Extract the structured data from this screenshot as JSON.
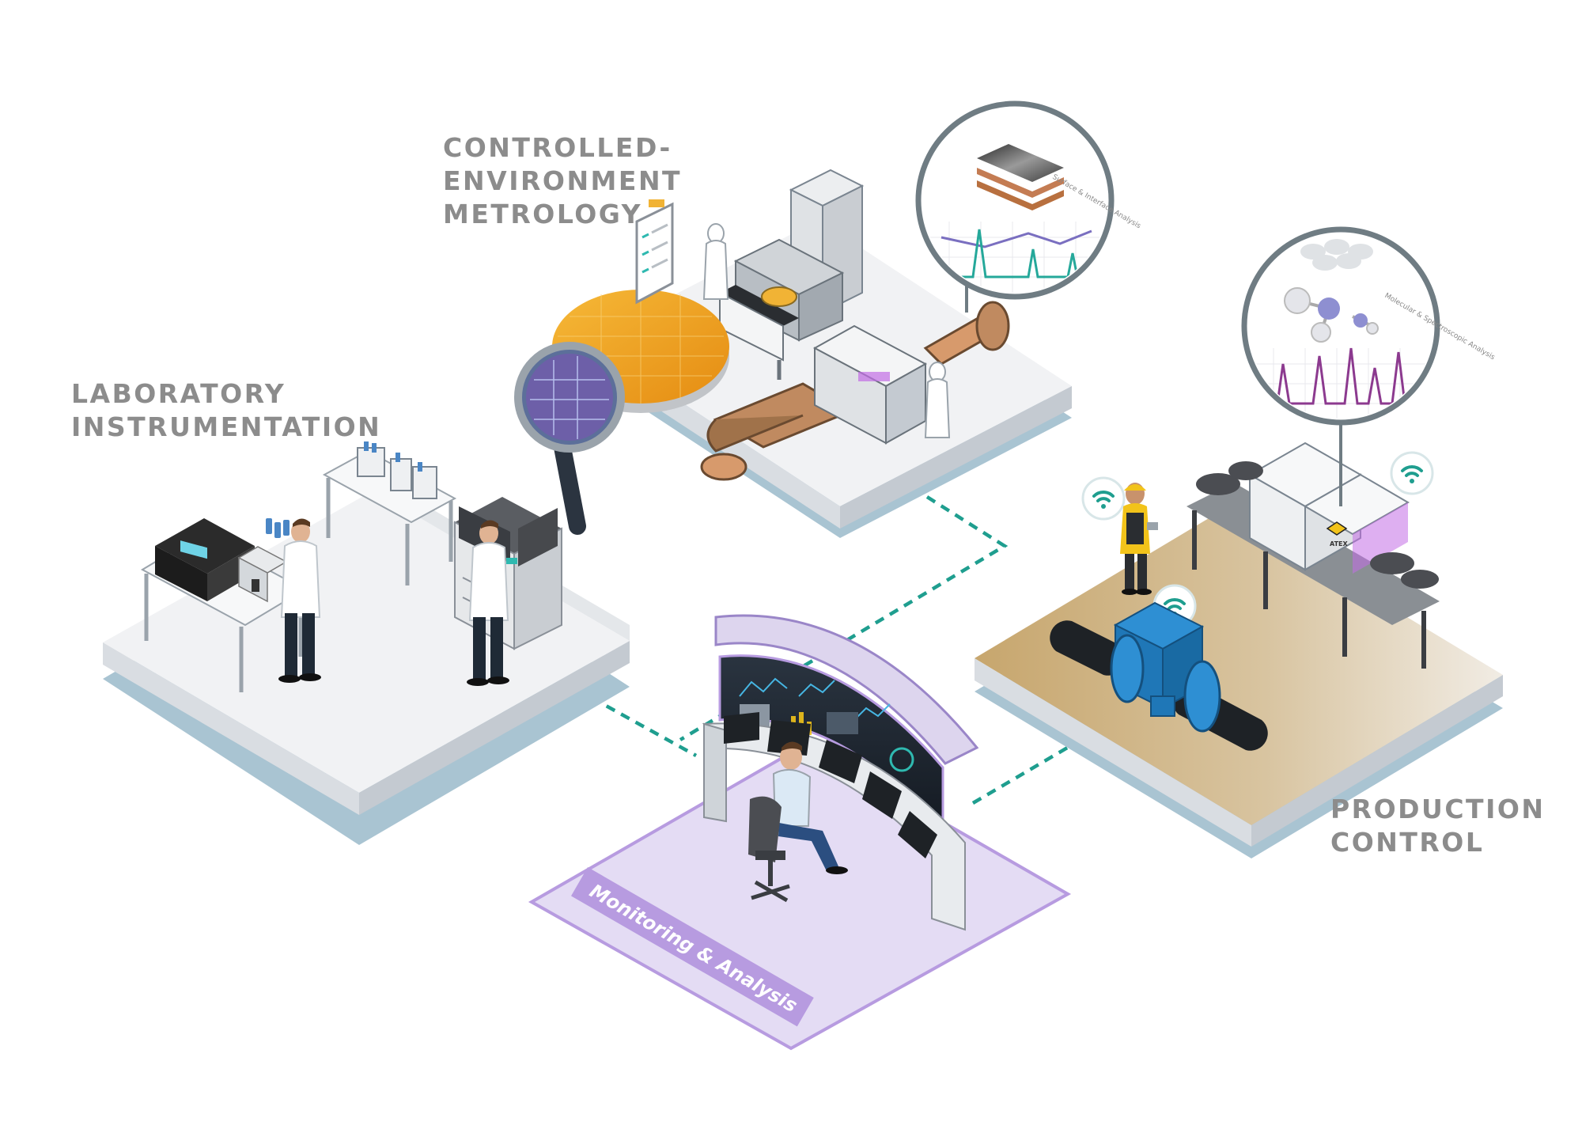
{
  "labels": {
    "laboratory": [
      "LABORATORY",
      "INSTRUMENTATION"
    ],
    "metrology": [
      "CONTROLLED-",
      "ENVIRONMENT",
      "METROLOGY"
    ],
    "production": [
      "PRODUCTION",
      "CONTROL"
    ],
    "monitoring": "Monitoring & Analysis"
  },
  "callouts": {
    "surface": "Surface & Interface Analysis",
    "molecular": "Molecular & Spectroscopic Analysis"
  },
  "equipment_marks": {
    "atex": "ATEX"
  },
  "colors": {
    "connector": "#1f9e8f",
    "label_gray": "#8c8c8c",
    "platform_shadow": "#a9c4d2",
    "monitor_purple": "#b79be0",
    "production_floor": "#c9ab73",
    "callout_ring": "#6f7c83",
    "spectrum_surface": "#25a89a",
    "spectrum_molecular": "#8c3a8f",
    "wifi": "#1f9e8f"
  },
  "icons": [
    "wifi-icon",
    "magnifier-icon",
    "clipboard-icon",
    "molecule-icon"
  ]
}
